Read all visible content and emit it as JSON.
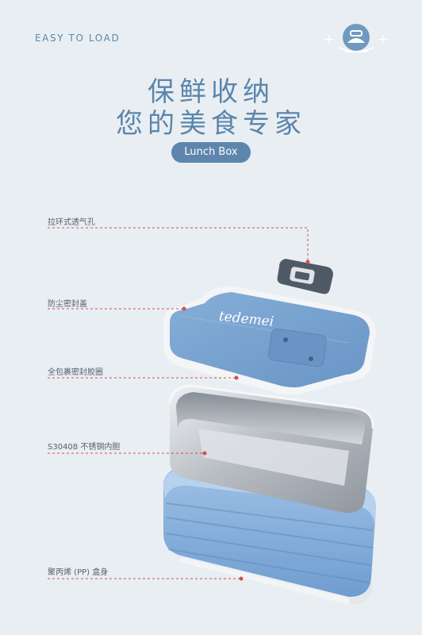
{
  "header": {
    "tagline": "EASY TO LOAD",
    "plus_left": "+",
    "plus_right": "+",
    "icon": "lunchbox-logo-icon"
  },
  "hero": {
    "title_line1": "保鲜收纳",
    "title_line2": "您的美食专家",
    "badge": "Lunch Box"
  },
  "callouts": [
    {
      "label": "拉环式透气孔"
    },
    {
      "label": "防尘密封盖"
    },
    {
      "label": "全包裹密封胶圈"
    },
    {
      "label": "S30408 不锈钢内胆"
    },
    {
      "label": "聚丙烯 (PP) 盒身"
    }
  ],
  "product": {
    "brand_mark": "tedemei",
    "colors": {
      "lid": "#7aa3cf",
      "body": "#7fa9d6",
      "steel": "#c8ccd1",
      "seal": "#f4f6f8",
      "valve": "#4f5a66",
      "callout_line": "#d64d4d"
    }
  }
}
